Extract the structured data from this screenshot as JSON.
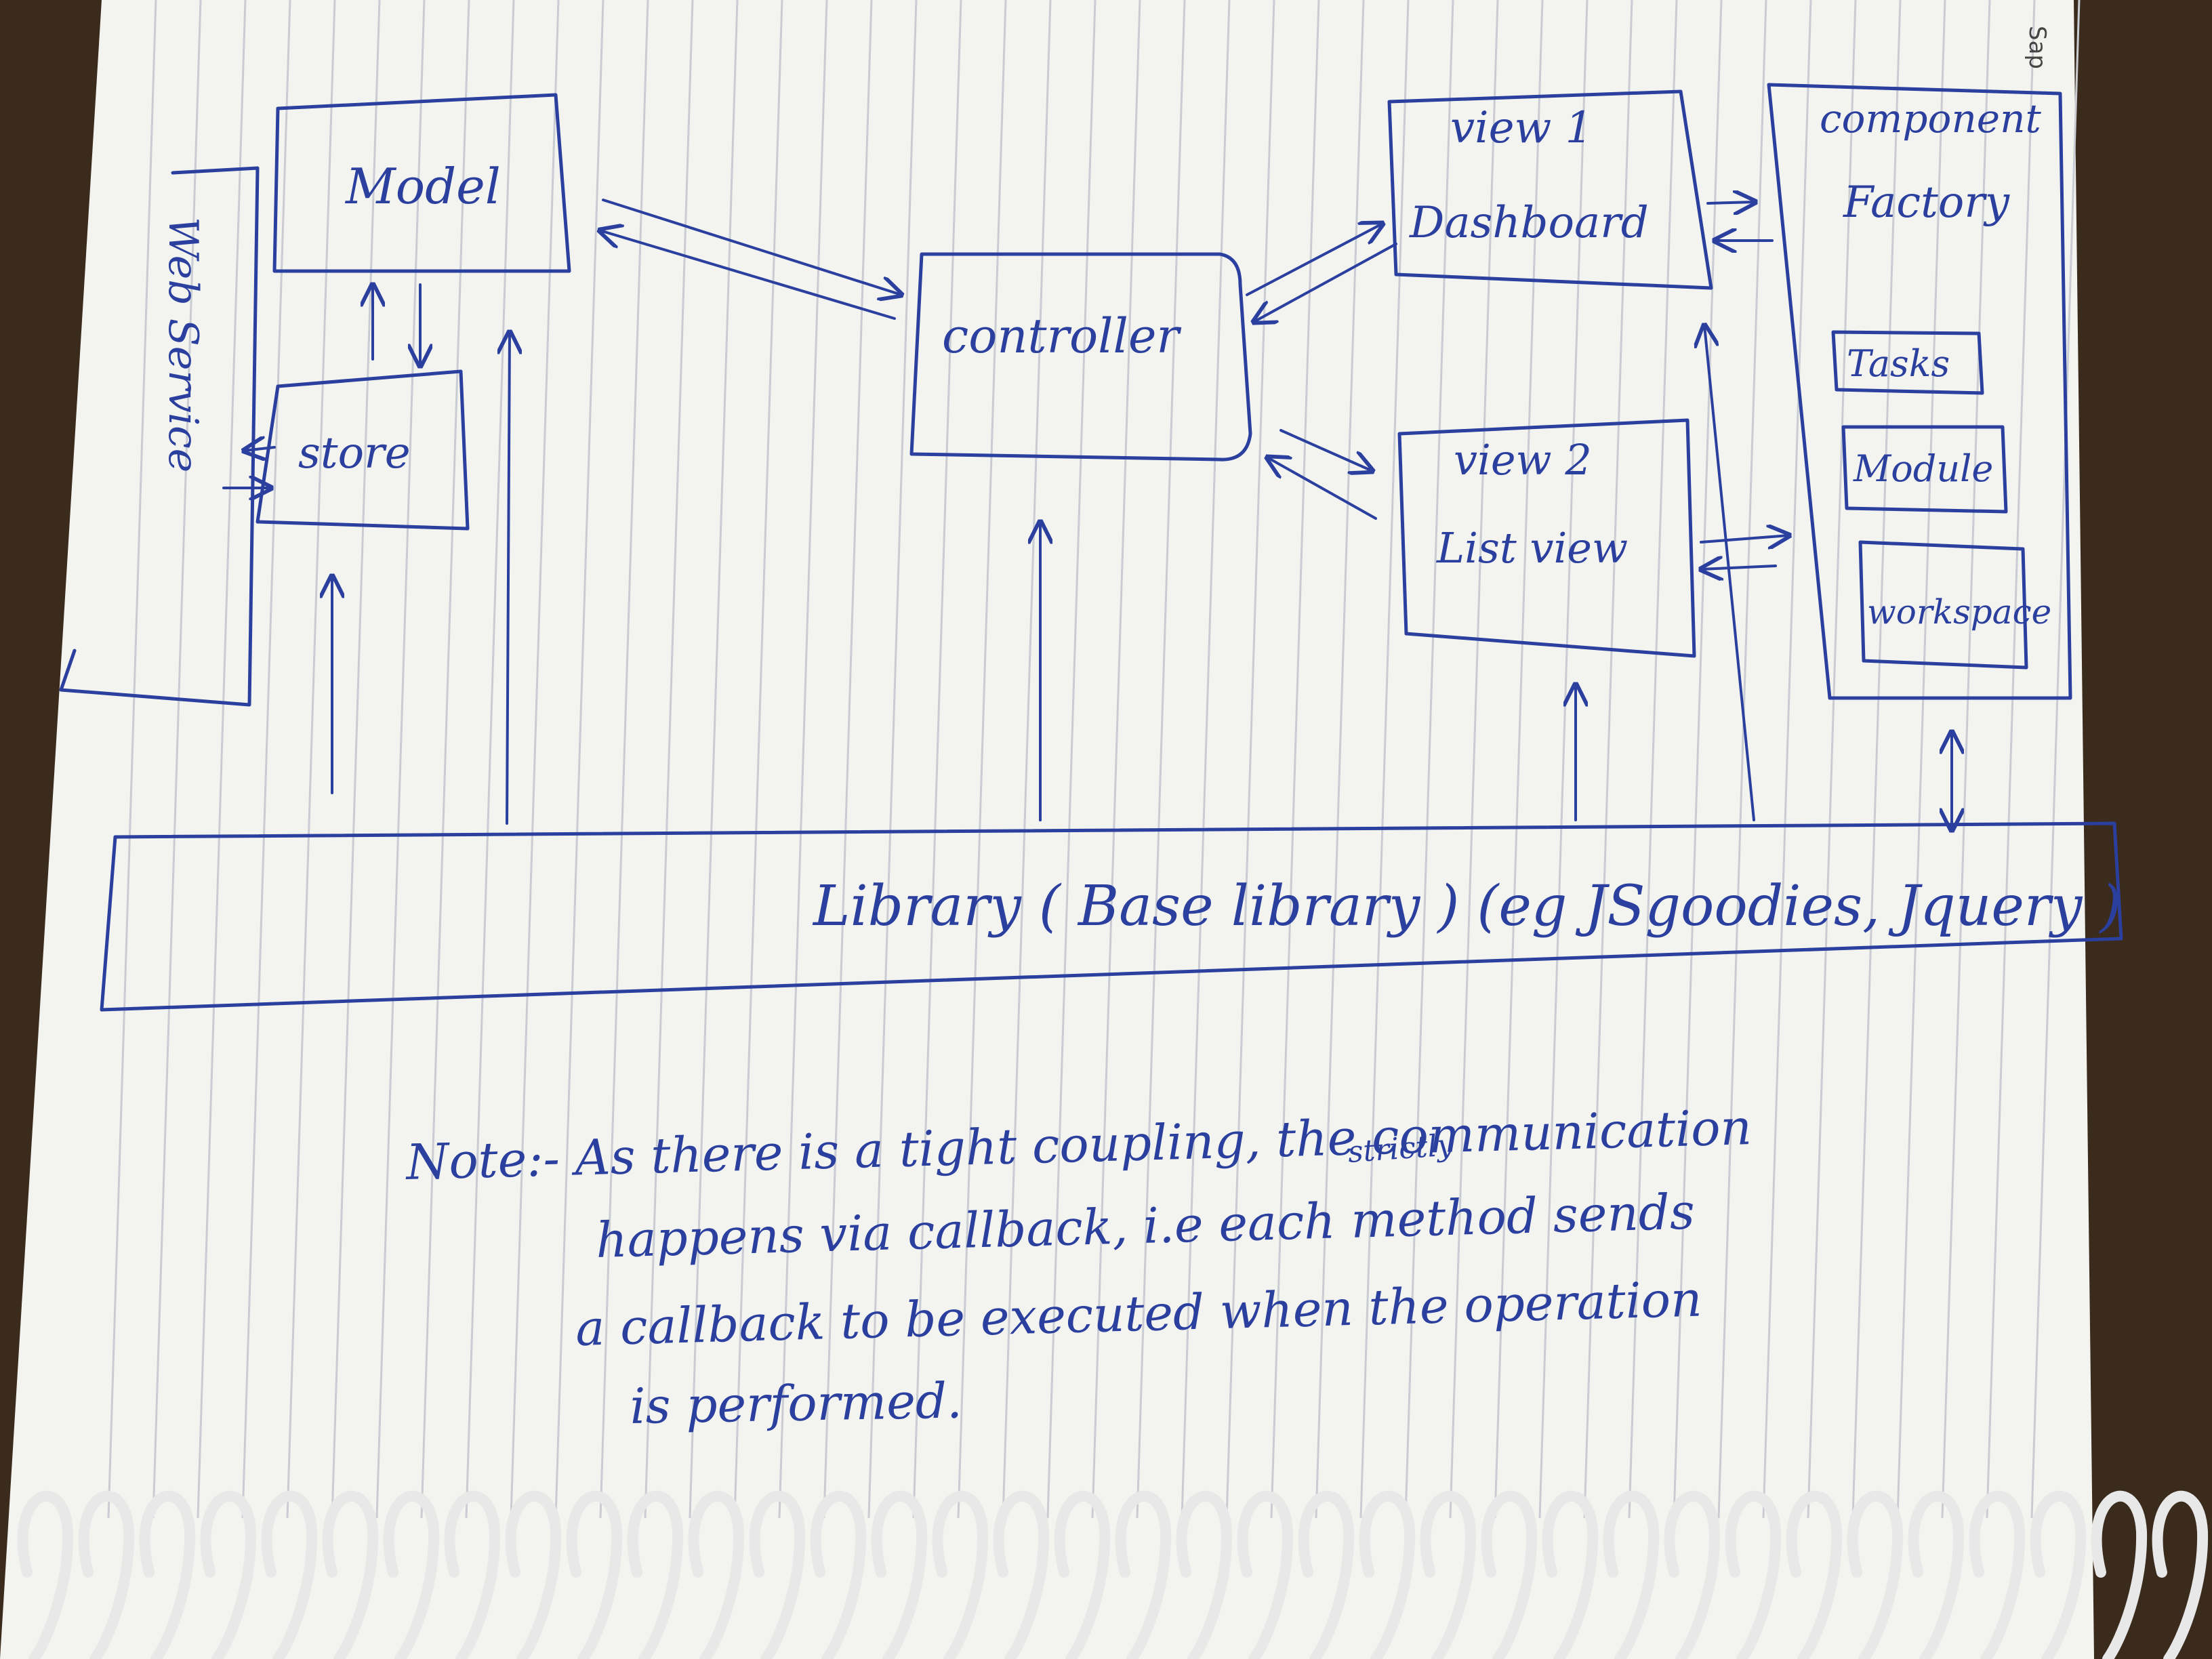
{
  "diagram": {
    "nodes": {
      "model": "Model",
      "store": "store",
      "web_service": "Web Service",
      "controller": "controller",
      "view1_title": "view 1",
      "view1_name": "Dashboard",
      "view2_title": "view 2",
      "view2_name": "List view",
      "factory_title": "component",
      "factory_name": "Factory",
      "tasks": "Tasks",
      "module": "Module",
      "workspace": "workspace",
      "library": "Library ( Base library ) (eg JSgoodies, Jquery )"
    },
    "note": {
      "line1": "Note:- As there is a tight coupling, the communication",
      "insertion": "strictly",
      "line2": "happens via callback, i.e each method sends",
      "line3": "a callback to be executed when the operation",
      "line4": "is performed."
    },
    "corner_mark": "Sap"
  },
  "colors": {
    "ink": "#2a3f9e",
    "paper": "#f3f3f0",
    "rule": "#c9ccd2",
    "spiral": "#e8e8e8"
  }
}
